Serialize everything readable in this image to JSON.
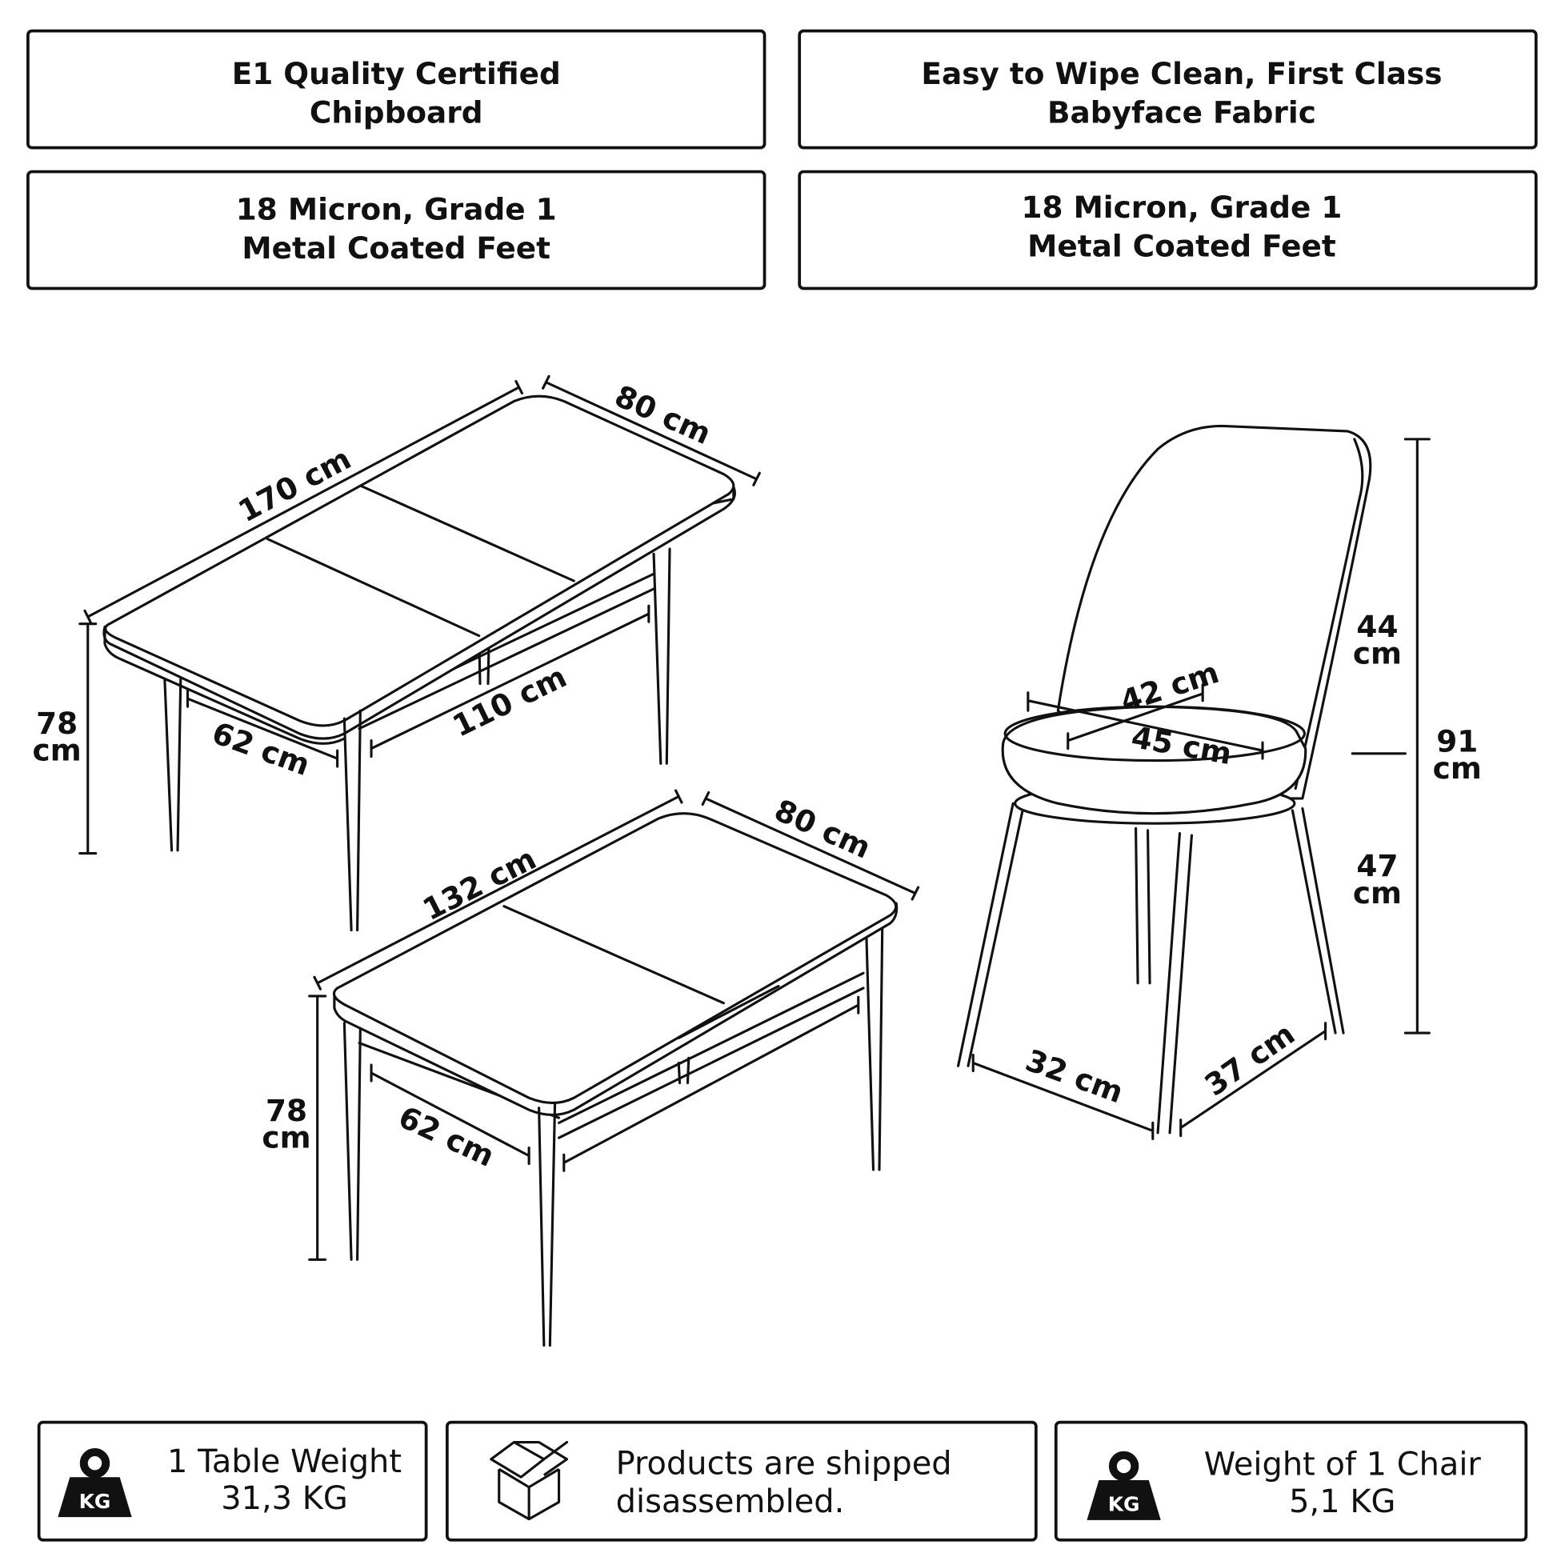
{
  "features": [
    {
      "line1": "E1 Quality Certified",
      "line2": "Chipboard"
    },
    {
      "line1": "Easy to Wipe Clean, First Class",
      "line2": "Babyface Fabric"
    },
    {
      "line1": "18 Micron, Grade 1",
      "line2": "Metal Coated Feet"
    },
    {
      "line1": "18 Micron, Grade 1",
      "line2": "Metal Coated Feet"
    }
  ],
  "extended_table": {
    "length": "170 cm",
    "width": "80 cm",
    "height_num": "78",
    "height_unit": "cm",
    "leg_span_short": "62 cm",
    "leg_span_long": "110 cm"
  },
  "compact_table": {
    "length": "132 cm",
    "width": "80 cm",
    "height_num": "78",
    "height_unit": "cm",
    "leg_span_short": "62 cm"
  },
  "chair": {
    "back_height_num": "44",
    "back_height_unit": "cm",
    "total_height_num": "91",
    "total_height_unit": "cm",
    "seat_height_num": "47",
    "seat_height_unit": "cm",
    "seat_depth": "42 cm",
    "seat_width": "45 cm",
    "base_width": "32 cm",
    "base_depth": "37 cm"
  },
  "footer": [
    {
      "icon": "kg-weight-icon",
      "line1": "1 Table Weight",
      "line2": "31,3 KG",
      "icon_label": "KG"
    },
    {
      "icon": "box-icon",
      "line1": "Products are shipped",
      "line2": "disassembled."
    },
    {
      "icon": "kg-weight-icon",
      "line1": "Weight of 1 Chair",
      "line2": "5,1 KG",
      "icon_label": "KG"
    }
  ]
}
